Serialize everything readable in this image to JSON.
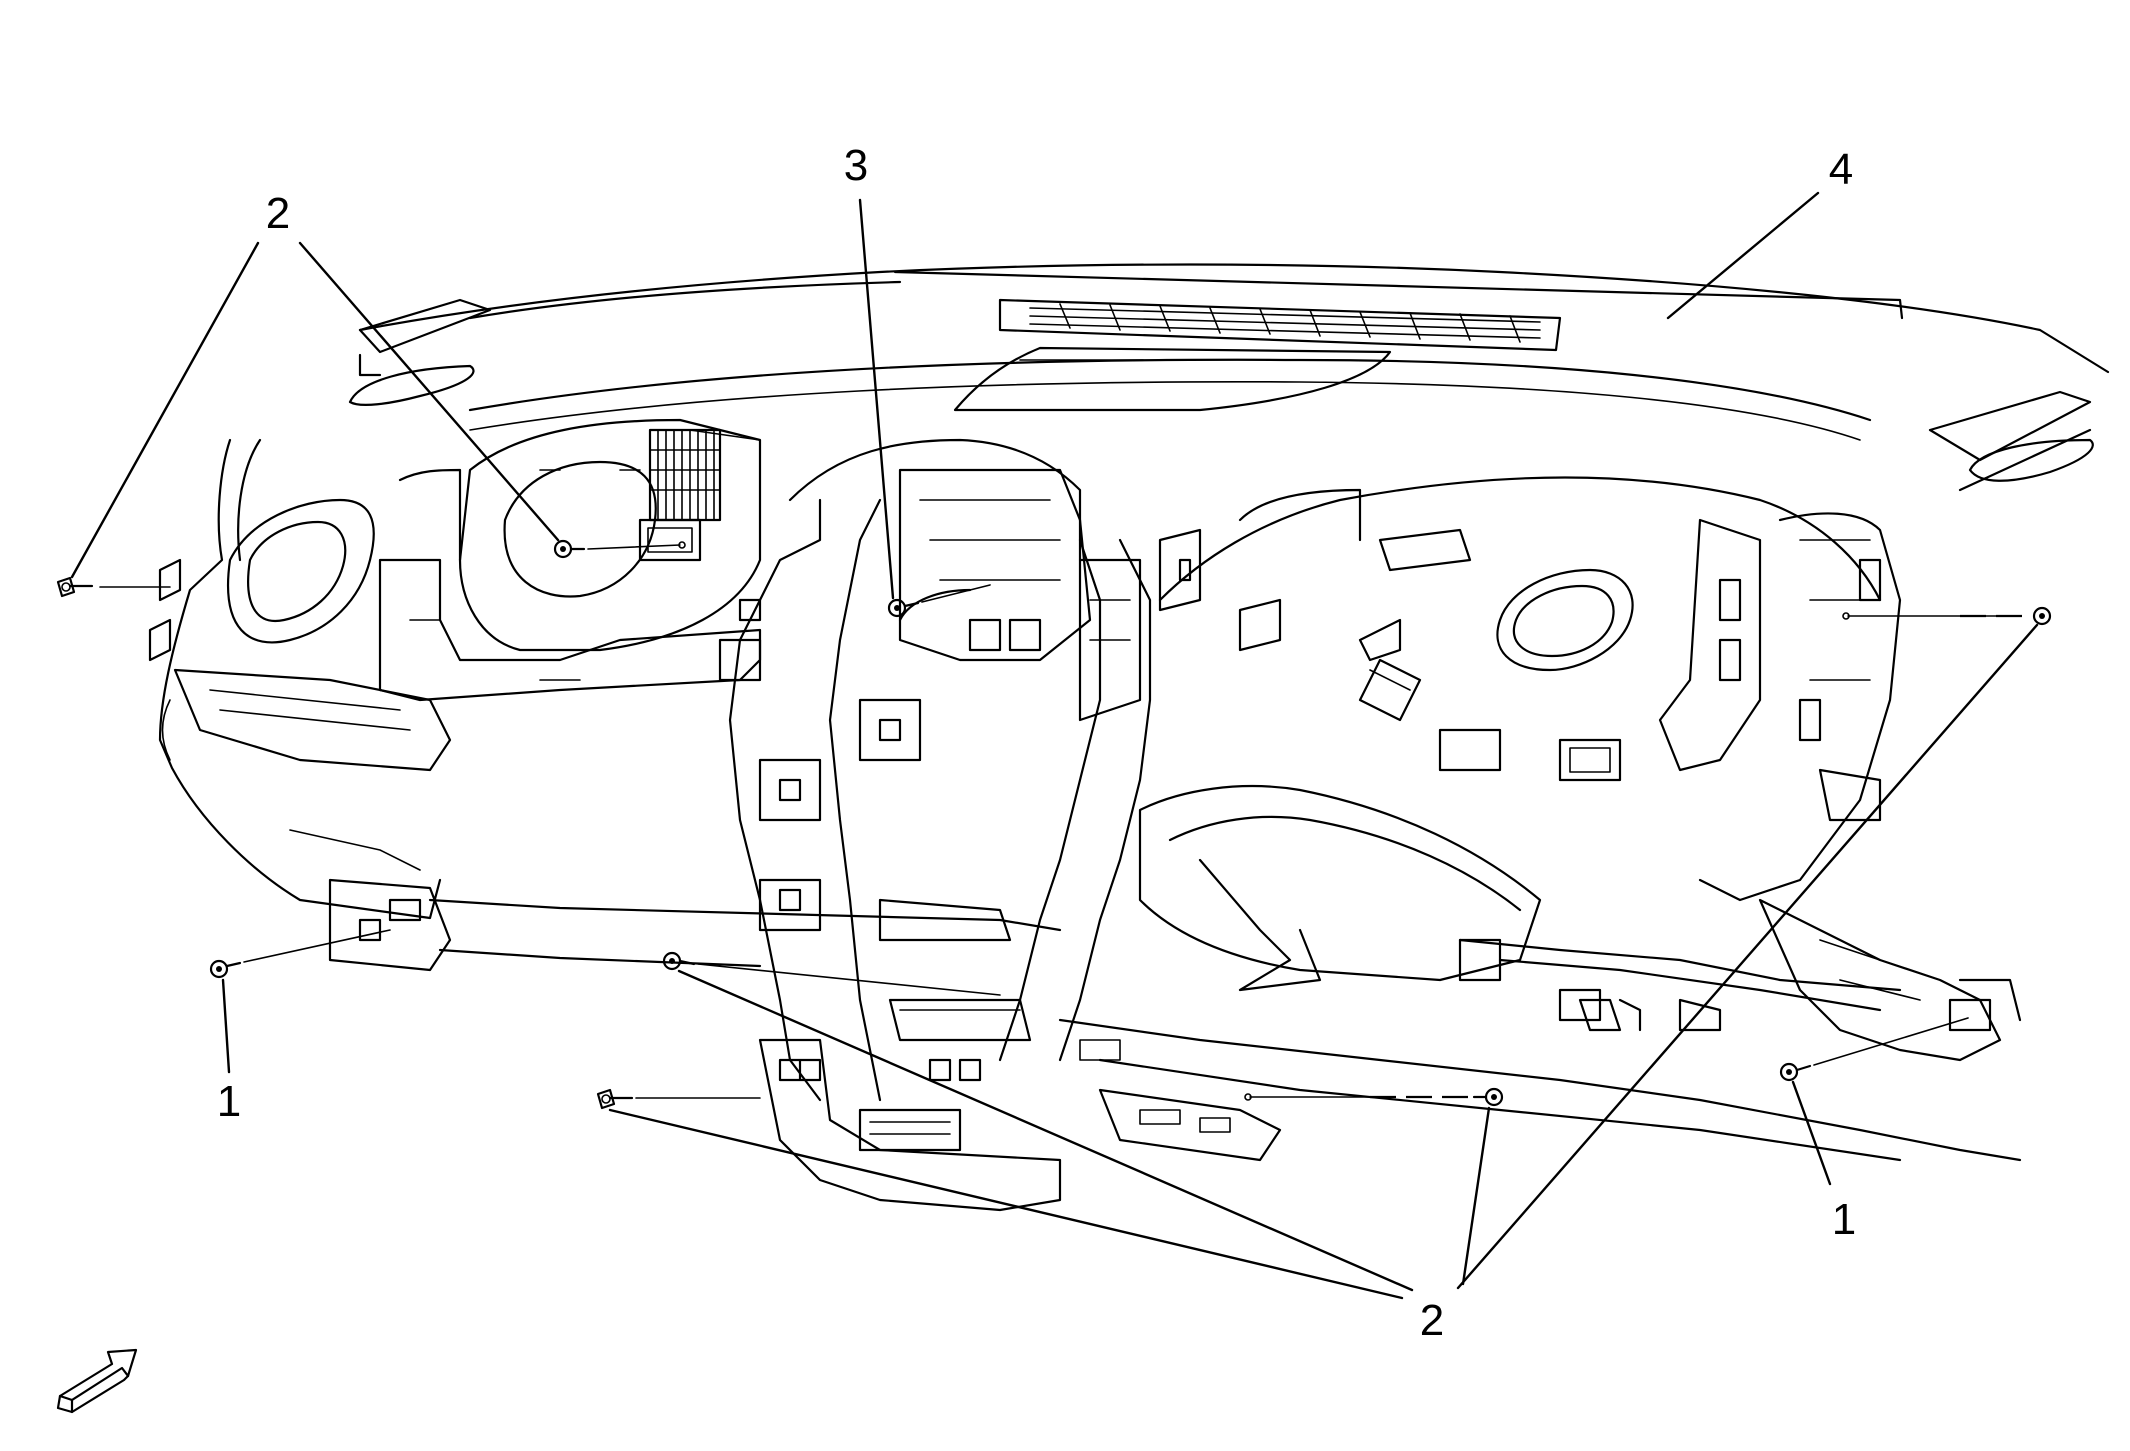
{
  "figure": {
    "callouts": [
      {
        "id": "c2-top-left",
        "label": "2"
      },
      {
        "id": "c3",
        "label": "3"
      },
      {
        "id": "c4",
        "label": "4"
      },
      {
        "id": "c1-left",
        "label": "1"
      },
      {
        "id": "c1-right",
        "label": "1"
      },
      {
        "id": "c2-bottom",
        "label": "2"
      }
    ],
    "parts": [
      {
        "callout": "1",
        "depicts": "bolt"
      },
      {
        "callout": "2",
        "depicts": "bolt"
      },
      {
        "callout": "3",
        "depicts": "bolt"
      },
      {
        "callout": "4",
        "depicts": "instrument-panel"
      }
    ],
    "orientation_icon": "front-direction-arrow-icon",
    "ink_color": "#000000",
    "background_color": "#ffffff"
  }
}
